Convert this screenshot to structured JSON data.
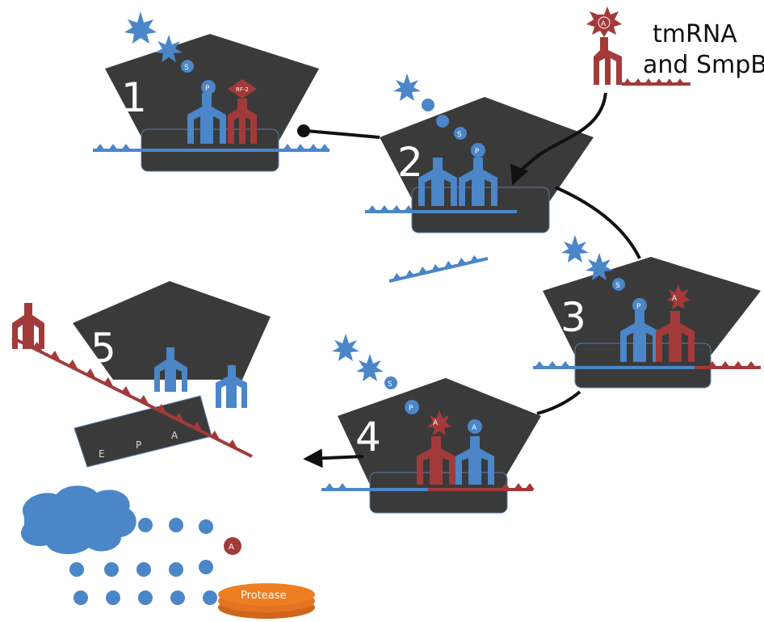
{
  "title": "tmRNA\nand SmpB",
  "title_lines": [
    "tmRNA",
    "and SmpB"
  ],
  "step_numbers": [
    "1",
    "2",
    "3",
    "4",
    "5"
  ],
  "release_factor_label": "RF-2",
  "p_site_label": "P",
  "a_site_label": "A",
  "s_label": "S",
  "site_labels": [
    "E",
    "P",
    "A"
  ],
  "protease_label": "Protease",
  "colors": {
    "ribosome": "#3a3a3a",
    "ribosome_outline": "#5a7fb0",
    "blue": "#4a86c8",
    "red": "#a33a3a",
    "protease": "#ef7d22",
    "arrow": "#111111"
  }
}
